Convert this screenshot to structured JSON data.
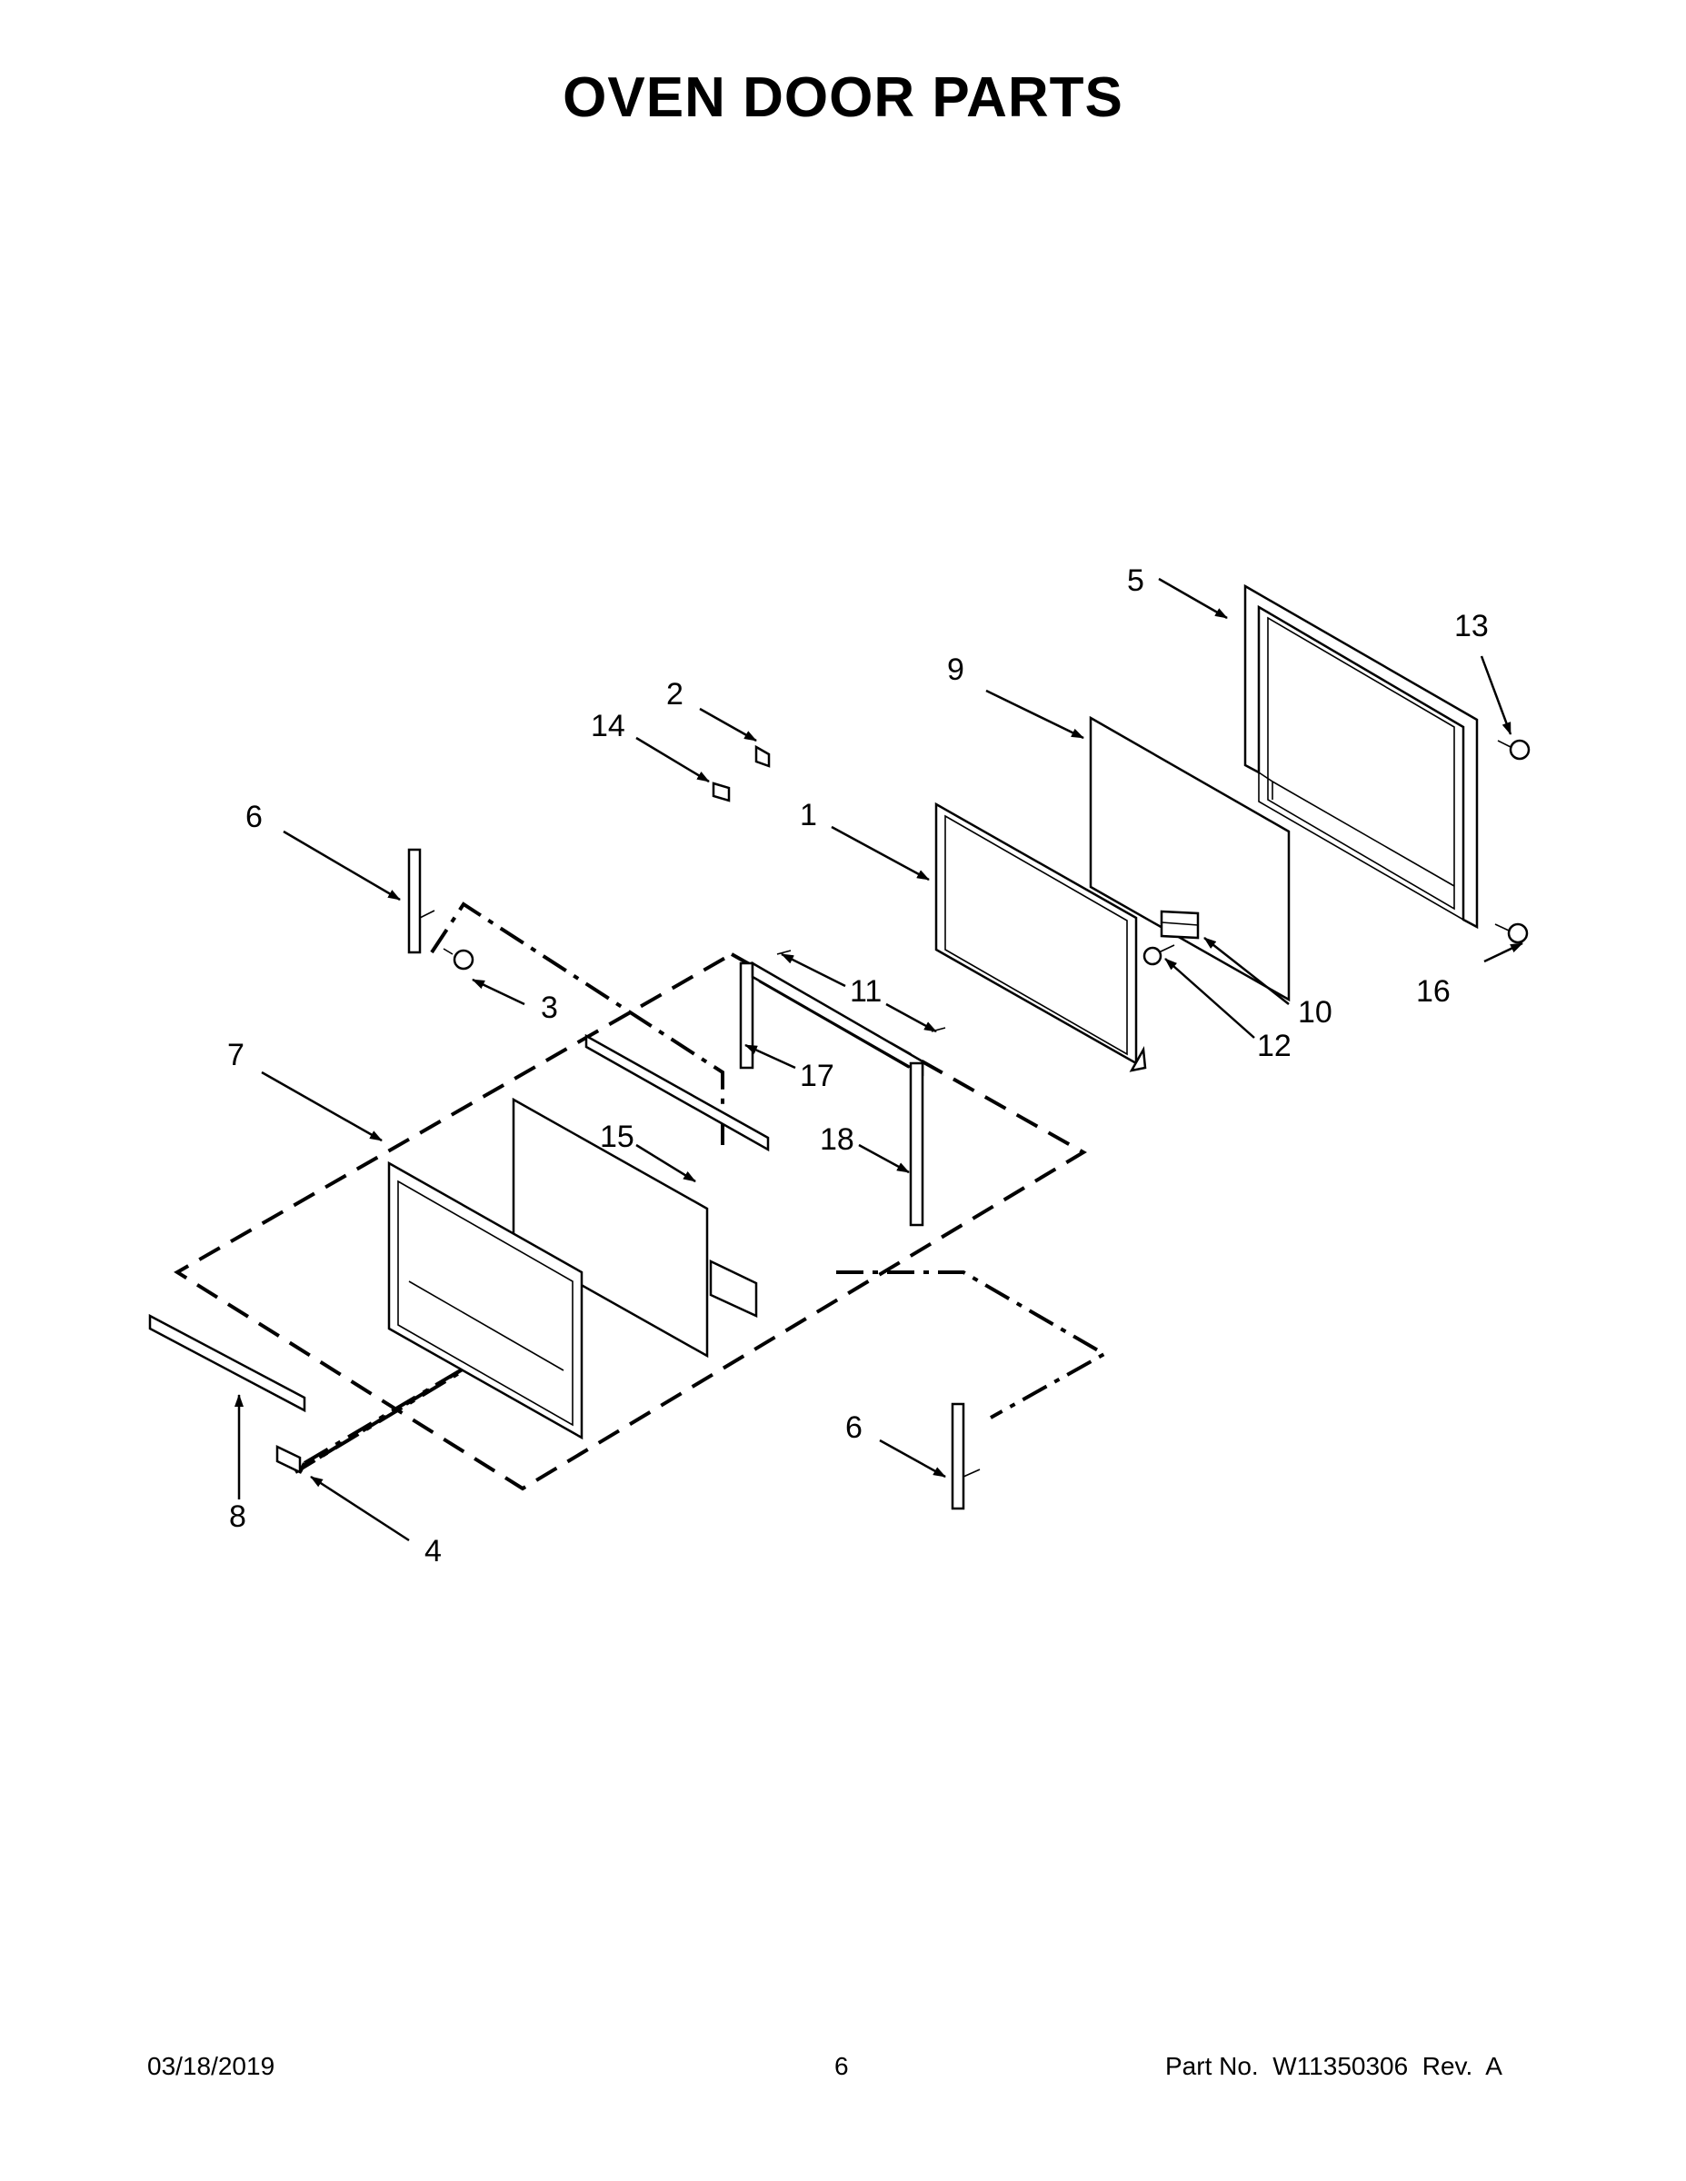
{
  "page": {
    "title": "OVEN DOOR PARTS",
    "footer": {
      "date": "03/18/2019",
      "page_number": "6",
      "part_info": "Part No.  W11350306  Rev.  A"
    }
  },
  "callouts": [
    "1",
    "2",
    "3",
    "4",
    "5",
    "6",
    "6",
    "7",
    "8",
    "9",
    "10",
    "11",
    "12",
    "13",
    "14",
    "15",
    "16",
    "17",
    "18"
  ]
}
